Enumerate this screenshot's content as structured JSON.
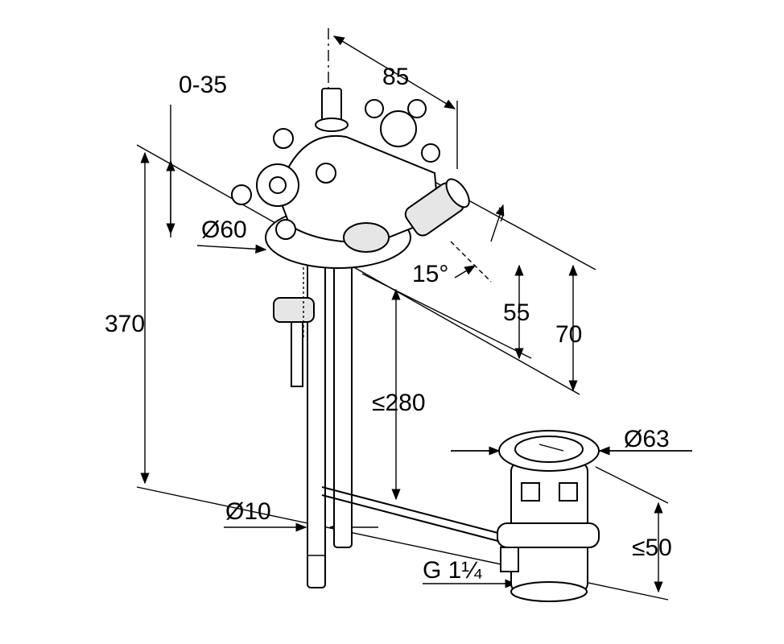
{
  "dimensions": {
    "width_85": "85",
    "adjust_0_35": "0-35",
    "dia_60": "Ø60",
    "height_370": "370",
    "angle_15": "15°",
    "height_55": "55",
    "height_70": "70",
    "max_280": "≤280",
    "dia_63": "Ø63",
    "dia_10": "Ø10",
    "max_50": "≤50",
    "thread_g": "G 1¼"
  }
}
